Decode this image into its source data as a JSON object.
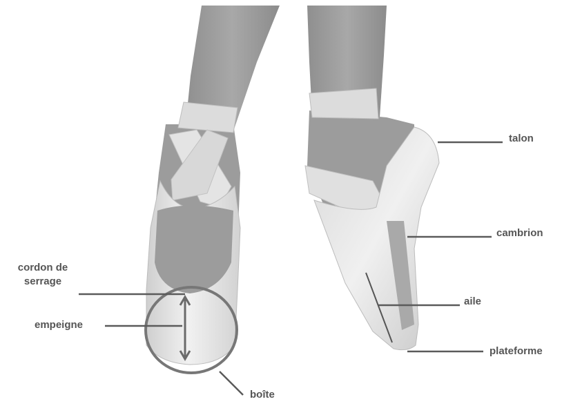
{
  "labels": {
    "talon": "talon",
    "cambrion": "cambrion",
    "aile": "aile",
    "plateforme": "plateforme",
    "cordon_line1": "cordon de",
    "cordon_line2": "serrage",
    "empeigne": "empeigne",
    "boite": "boîte"
  },
  "colors": {
    "leader_line": "#5a5a5a",
    "leg": "#9a9a9a",
    "satin": "#e6e6e6",
    "satin_shadow": "#c8c8c8",
    "label_text": "#555555"
  }
}
